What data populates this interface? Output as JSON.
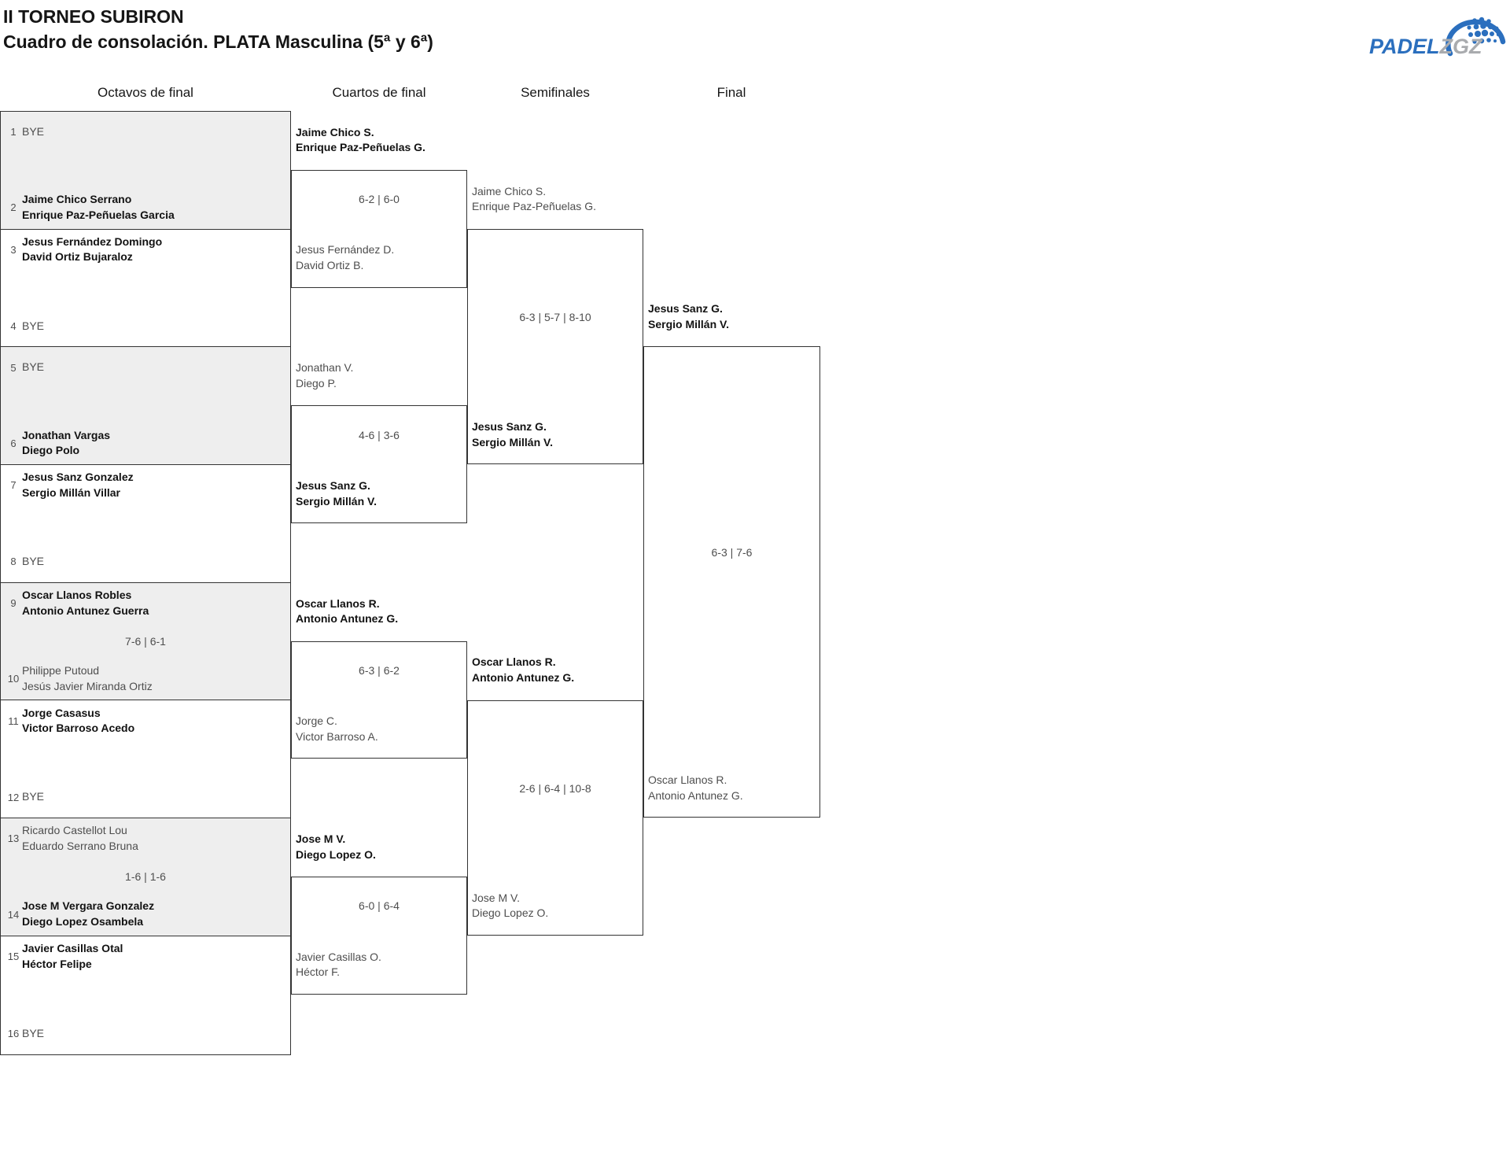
{
  "header": {
    "title": "II TORNEO SUBIRON",
    "subtitle": "Cuadro de consolación. PLATA Masculina (5ª y 6ª)"
  },
  "logo": {
    "brand_primary": "PADEL",
    "brand_secondary": "ZGZ",
    "primary_color": "#2b6fbe",
    "secondary_color": "#a9abae"
  },
  "rounds": [
    "Octavos de final",
    "Cuartos de final",
    "Semifinales",
    "Final"
  ],
  "chart_data": {
    "type": "table",
    "title": "II TORNEO SUBIRON — Cuadro de consolación. PLATA Masculina (5ª y 6ª)",
    "octavos": {
      "seeds": [
        {
          "n": 1,
          "players": [
            "BYE"
          ],
          "winner": false
        },
        {
          "n": 2,
          "players": [
            "Jaime Chico Serrano",
            "Enrique Paz-Peñuelas Garcia"
          ],
          "winner": true
        },
        {
          "n": 3,
          "players": [
            "Jesus Fernández Domingo",
            "David Ortiz Bujaraloz"
          ],
          "winner": true
        },
        {
          "n": 4,
          "players": [
            "BYE"
          ],
          "winner": false
        },
        {
          "n": 5,
          "players": [
            "BYE"
          ],
          "winner": false
        },
        {
          "n": 6,
          "players": [
            "Jonathan Vargas",
            "Diego Polo"
          ],
          "winner": true
        },
        {
          "n": 7,
          "players": [
            "Jesus Sanz Gonzalez",
            "Sergio Millán Villar"
          ],
          "winner": true
        },
        {
          "n": 8,
          "players": [
            "BYE"
          ],
          "winner": false
        },
        {
          "n": 9,
          "players": [
            "Oscar Llanos Robles",
            "Antonio Antunez Guerra"
          ],
          "winner": true
        },
        {
          "n": 10,
          "players": [
            "Philippe Putoud",
            "Jesús Javier Miranda Ortiz"
          ],
          "winner": false
        },
        {
          "n": 11,
          "players": [
            "Jorge Casasus",
            "Victor Barroso Acedo"
          ],
          "winner": true
        },
        {
          "n": 12,
          "players": [
            "BYE"
          ],
          "winner": false
        },
        {
          "n": 13,
          "players": [
            "Ricardo Castellot Lou",
            "Eduardo Serrano Bruna"
          ],
          "winner": false
        },
        {
          "n": 14,
          "players": [
            "Jose M Vergara Gonzalez",
            "Diego Lopez Osambela"
          ],
          "winner": true
        },
        {
          "n": 15,
          "players": [
            "Javier Casillas Otal",
            "Héctor Felipe"
          ],
          "winner": true
        },
        {
          "n": 16,
          "players": [
            "BYE"
          ],
          "winner": false
        }
      ],
      "scores": [
        {
          "match": 5,
          "score": "7-6 | 6-1"
        },
        {
          "match": 7,
          "score": "1-6 | 1-6"
        }
      ]
    },
    "cuartos": [
      {
        "score": "6-2 | 6-0",
        "top": {
          "players": [
            "Jaime Chico S.",
            "Enrique Paz-Peñuelas G."
          ],
          "winner": true
        },
        "bottom": {
          "players": [
            "Jesus Fernández D.",
            "David Ortiz B."
          ],
          "winner": false
        }
      },
      {
        "score": "4-6 | 3-6",
        "top": {
          "players": [
            "Jonathan V.",
            "Diego P."
          ],
          "winner": false
        },
        "bottom": {
          "players": [
            "Jesus Sanz G.",
            "Sergio Millán V."
          ],
          "winner": true
        }
      },
      {
        "score": "6-3 | 6-2",
        "top": {
          "players": [
            "Oscar Llanos R.",
            "Antonio Antunez G."
          ],
          "winner": true
        },
        "bottom": {
          "players": [
            "Jorge C.",
            "Victor Barroso A."
          ],
          "winner": false
        }
      },
      {
        "score": "6-0 | 6-4",
        "top": {
          "players": [
            "Jose M V.",
            "Diego Lopez O."
          ],
          "winner": true
        },
        "bottom": {
          "players": [
            "Javier Casillas O.",
            "Héctor F."
          ],
          "winner": false
        }
      }
    ],
    "semifinales": [
      {
        "score": "6-3 | 5-7 | 8-10",
        "top": {
          "players": [
            "Jaime Chico S.",
            "Enrique Paz-Peñuelas G."
          ],
          "winner": false
        },
        "bottom": {
          "players": [
            "Jesus Sanz G.",
            "Sergio Millán V."
          ],
          "winner": true
        }
      },
      {
        "score": "2-6 | 6-4 | 10-8",
        "top": {
          "players": [
            "Oscar Llanos R.",
            "Antonio Antunez G."
          ],
          "winner": true
        },
        "bottom": {
          "players": [
            "Jose M V.",
            "Diego Lopez O."
          ],
          "winner": false
        }
      }
    ],
    "final": {
      "score": "6-3 | 7-6",
      "top": {
        "players": [
          "Jesus Sanz G.",
          "Sergio Millán V."
        ],
        "winner": true
      },
      "bottom": {
        "players": [
          "Oscar Llanos R.",
          "Antonio Antunez G."
        ],
        "winner": false
      }
    }
  }
}
